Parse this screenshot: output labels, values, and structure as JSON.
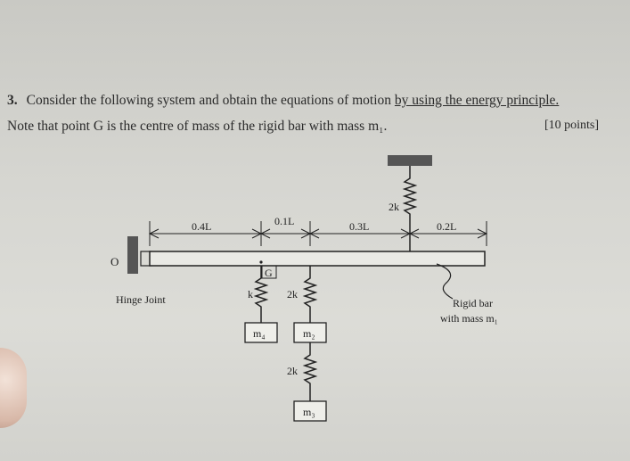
{
  "question": {
    "number": "3.",
    "line1_prefix": "Consider the following system and obtain the equations of motion ",
    "line1_underlined": "by using the energy principle.",
    "line2": "Note that point G is the centre of mass of the rigid bar with mass m₁.",
    "points": "[10 points]"
  },
  "figure": {
    "pivot_label": "O",
    "hinge_label": "Hinge Joint",
    "center_of_mass_label": "G",
    "dimensions": [
      "0.4L",
      "0.1L",
      "0.3L",
      "0.2L"
    ],
    "top_spring_label": "2k",
    "spring_k_label": "k",
    "spring_2k_label": "2k",
    "lower_spring_label": "2k",
    "mass_labels": [
      "m₄",
      "m₂",
      "m₃"
    ],
    "bar_label_line1": "Rigid bar",
    "bar_label_line2": "with mass m₁"
  }
}
